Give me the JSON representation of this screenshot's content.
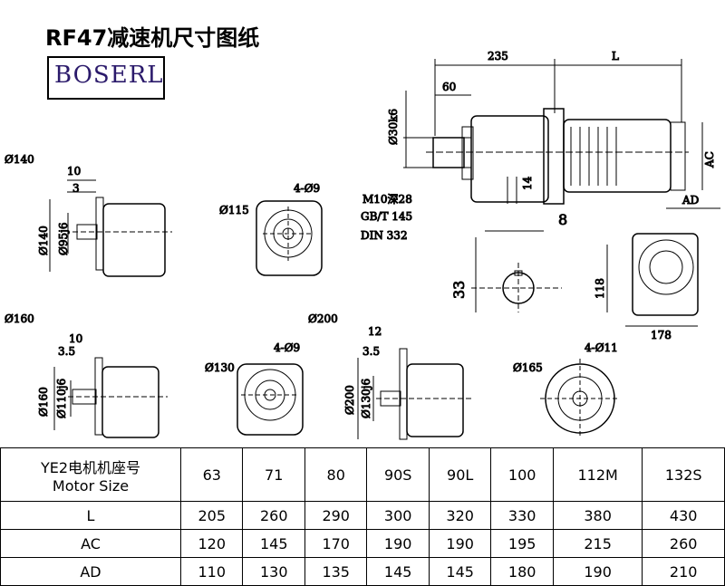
{
  "title": "RF47减速机尺寸图纸",
  "brand": "BOSERL",
  "drawing_labels": {
    "d140": "Ø140",
    "d160": "Ø160",
    "d200": "Ø200",
    "dim235": "235",
    "dimL": "L",
    "dim60": "60",
    "dim30k6": "Ø30k6",
    "dimAC": "AC",
    "dimAD": "AD",
    "dim14": "14",
    "m10": "M10深28",
    "gbt": "GB/T 145",
    "din": "DIN 332",
    "dim8": "8",
    "dim33": "33",
    "dim118": "118",
    "dim178": "178",
    "dim10a": "10",
    "dim3": "3",
    "d140v": "Ø140",
    "d95j6": "Ø95j6",
    "d115": "Ø115",
    "h4d9a": "4-Ø9",
    "dim10b": "10",
    "dim35a": "3.5",
    "d160v": "Ø160",
    "d110j6": "Ø110j6",
    "d130a": "Ø130",
    "h4d9b": "4-Ø9",
    "dim12": "12",
    "dim35b": "3.5",
    "d200v": "Ø200",
    "d130j6": "Ø130j6",
    "d165": "Ø165",
    "h4d11": "4-Ø11"
  },
  "table": {
    "header_line1": "YE2电机机座号",
    "header_line2": "Motor Size",
    "sizes": [
      "63",
      "71",
      "80",
      "90S",
      "90L",
      "100",
      "112M",
      "132S"
    ],
    "rows": [
      {
        "label": "L",
        "values": [
          "205",
          "260",
          "290",
          "300",
          "320",
          "330",
          "380",
          "430"
        ]
      },
      {
        "label": "AC",
        "values": [
          "120",
          "145",
          "170",
          "190",
          "190",
          "195",
          "215",
          "260"
        ]
      },
      {
        "label": "AD",
        "values": [
          "110",
          "130",
          "135",
          "145",
          "145",
          "180",
          "190",
          "210"
        ]
      }
    ]
  }
}
